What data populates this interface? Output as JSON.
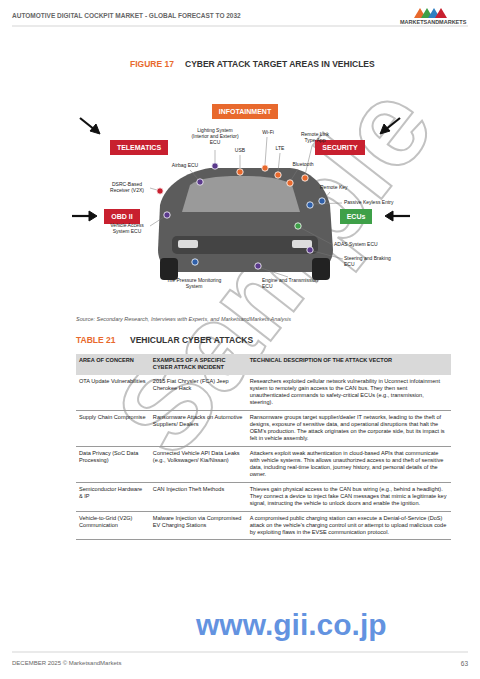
{
  "diagram": {
    "title": "CYBER ATTACK TARGET AREAS IN VEHICLES",
    "nodes": [
      {
        "text": [
          "INFOTAINMENT"
        ]
      },
      {
        "text": [
          "TELEMATICS"
        ]
      },
      {
        "text": [
          "SECURITY"
        ]
      },
      {
        "text": [
          "OBD II"
        ]
      },
      {
        "text": [
          "ECUs"
        ]
      }
    ],
    "labels": [
      "AUTOMOTIVE DIGITAL COCKPIT MARKET - GLOBAL FORECAST TO 2032",
      "MARKETSANDMARKETS",
      "FIGURE 17",
      "Lighting System (Interior and Exterior) ECU",
      "Wi-Fi",
      "Remote Link Type App",
      "USB",
      "LTE",
      "Bluetooth",
      "Airbag ECU",
      "DSRC-Based Receiver (V2X)",
      "Remote Key",
      "Passive Keyless Entry",
      "Vehicle Access System ECU",
      "ADAS System ECU",
      "Steering and Braking ECU",
      "Tire Pressure Monitoring System",
      "Engine and Transmission ECU",
      "Source: Secondary Research, Interviews with Experts, and MarketsandMarkets Analysis",
      "TABLE 21",
      "VEHICULAR CYBER ATTACKS",
      "AREA OF CONCERN",
      "EXAMPLES OF A SPECIFIC CYBER ATTACK INCIDENT",
      "TECHNICAL DESCRIPTION OF THE ATTACK VECTOR",
      "OTA Update Vulnerabilities",
      "2015 Fiat Chrysler (FCA) Jeep Cherokee Hack",
      "Researchers exploited cellular network vulnerability in Uconnect infotainment system to remotely gain access to the CAN bus. They then sent unauthenticated commands to safety-critical ECUs (e.g., transmission, steering).",
      "Supply Chain Compromise",
      "Ransomware Attacks on Automotive Suppliers/ Dealers",
      "Ransomware groups target supplier/dealer IT networks, leading to the theft of designs, exposure of sensitive data, and operational disruptions that halt the OEM's production. The attack originates on the corporate side, but its impact is felt in vehicle assembly.",
      "Data Privacy (SoC Data Processing)",
      "Connected Vehicle API Data Leaks (e.g., Volkswagen/ Kia/Nissan)",
      "Attackers exploit weak authentication in cloud-based APIs that communicate with vehicle systems. This allows unauthorized access to and theft of sensitive data, including real-time location, journey history, and personal details of the owner.",
      "Semiconductor Hardware & IP",
      "CAN Injection Theft Methods",
      "Thieves gain physical access to the CAN bus wiring (e.g., behind a headlight). They connect a device to inject fake CAN messages that mimic a legitimate key signal, instructing the vehicle to unlock doors and enable the ignition.",
      "Vehicle-to-Grid (V2G) Communication",
      "Malware Injection via Compromised EV Charging Stations",
      "A compromised public charging station can execute a Denial-of-Service (DoS) attack on the vehicle's charging control unit or attempt to upload malicious code by exploiting flaws in the EVSE communication protocol.",
      "DECEMBER 2025 © MarketsandMarkets",
      "63",
      "Sample",
      "www.gii.co.jp"
    ]
  }
}
